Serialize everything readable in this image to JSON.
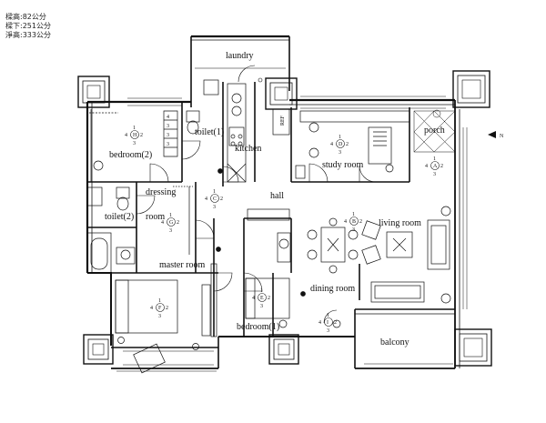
{
  "notes": [
    "樑高:82公分",
    "樑下:251公分",
    "淨高:333公分"
  ],
  "rooms": {
    "laundry": "laundry",
    "bedroom2": "bedroom(2)",
    "toilet1": "toilet(1)",
    "kitchen": "kitchen",
    "study": "study room",
    "porch": "porch",
    "dressing1": "dressing",
    "dressing2": "room",
    "hall": "hall",
    "toilet2": "toilet(2)",
    "living": "living room",
    "master": "master room",
    "dining": "dining room",
    "bedroom1": "bedroom(1)",
    "balcony": "balcony"
  },
  "markers": {
    "H": {
      "num": "4",
      "letter": "H",
      "den": "2",
      "top": "1",
      "bottom": "3"
    },
    "D": {
      "num": "4",
      "letter": "D",
      "den": "2",
      "top": "1",
      "bottom": "3"
    },
    "A": {
      "num": "4",
      "letter": "A",
      "den": "2",
      "top": "1",
      "bottom": "3"
    },
    "C": {
      "num": "4",
      "letter": "C",
      "den": "2",
      "top": "1",
      "bottom": "3"
    },
    "G": {
      "num": "4",
      "letter": "G",
      "den": "2",
      "top": "1",
      "bottom": "3"
    },
    "B": {
      "num": "4",
      "letter": "B",
      "den": "2",
      "top": "1",
      "bottom": "3"
    },
    "F": {
      "num": "4",
      "letter": "F",
      "den": "2",
      "top": "1",
      "bottom": "3"
    },
    "E": {
      "num": "4",
      "letter": "E",
      "den": "2",
      "top": "1",
      "bottom": "3"
    },
    "I": {
      "num": "4",
      "letter": "I",
      "den": "2",
      "top": "1",
      "bottom": "3"
    }
  },
  "fixtures": {
    "ref": "REF"
  },
  "north": {
    "label": "N"
  }
}
